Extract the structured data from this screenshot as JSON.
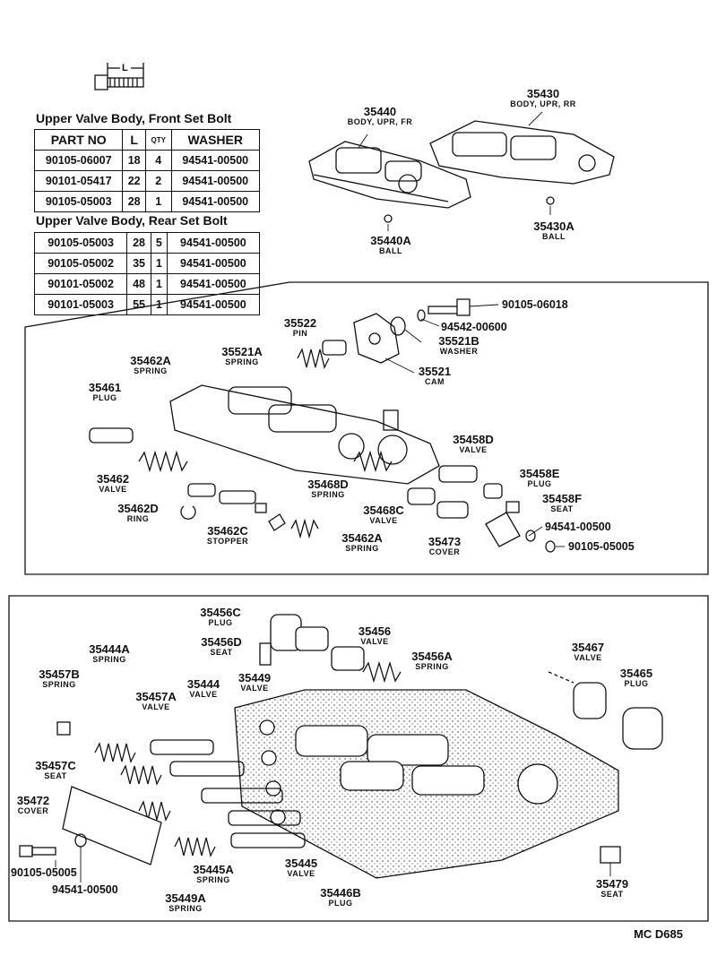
{
  "front_table": {
    "title": "Upper Valve Body, Front Set Bolt",
    "headers": [
      "PART NO",
      "L",
      "QTY",
      "WASHER"
    ],
    "rows": [
      [
        "90105-06007",
        "18",
        "4",
        "94541-00500"
      ],
      [
        "90101-05417",
        "22",
        "2",
        "94541-00500"
      ],
      [
        "90105-05003",
        "28",
        "1",
        "94541-00500"
      ]
    ]
  },
  "rear_table": {
    "title": "Upper Valve Body, Rear Set Bolt",
    "rows": [
      [
        "90105-05003",
        "28",
        "5",
        "94541-00500"
      ],
      [
        "90105-05002",
        "35",
        "1",
        "94541-00500"
      ],
      [
        "90101-05002",
        "48",
        "1",
        "94541-00500"
      ],
      [
        "90101-05003",
        "55",
        "1",
        "94541-00500"
      ]
    ]
  },
  "bolt_dimension_label": "L",
  "parts": {
    "p35440": {
      "number": "35440",
      "name": "BODY, UPR, FR"
    },
    "p35430": {
      "number": "35430",
      "name": "BODY, UPR, RR"
    },
    "p35440a": {
      "number": "35440A",
      "name": "BALL"
    },
    "p35430a": {
      "number": "35430A",
      "name": "BALL"
    },
    "p35522": {
      "number": "35522",
      "name": "PIN"
    },
    "p35521a": {
      "number": "35521A",
      "name": "SPRING"
    },
    "p35521b": {
      "number": "35521B",
      "name": "WASHER"
    },
    "p35521": {
      "number": "35521",
      "name": "CAM"
    },
    "p35462a_top": {
      "number": "35462A",
      "name": "SPRING"
    },
    "p35461": {
      "number": "35461",
      "name": "PLUG"
    },
    "p35458d": {
      "number": "35458D",
      "name": "VALVE"
    },
    "p35458e": {
      "number": "35458E",
      "name": "PLUG"
    },
    "p35458f": {
      "number": "35458F",
      "name": "SEAT"
    },
    "p35468d": {
      "number": "35468D",
      "name": "SPRING"
    },
    "p35462": {
      "number": "35462",
      "name": "VALVE"
    },
    "p35468c": {
      "number": "35468C",
      "name": "VALVE"
    },
    "p35462d": {
      "number": "35462D",
      "name": "RING"
    },
    "p35462c": {
      "number": "35462C",
      "name": "STOPPER"
    },
    "p35462a_bot": {
      "number": "35462A",
      "name": "SPRING"
    },
    "p35473": {
      "number": "35473",
      "name": "COVER"
    },
    "p35456c": {
      "number": "35456C",
      "name": "PLUG"
    },
    "p35456": {
      "number": "35456",
      "name": "VALVE"
    },
    "p35456d": {
      "number": "35456D",
      "name": "SEAT"
    },
    "p35456a": {
      "number": "35456A",
      "name": "SPRING"
    },
    "p35444a": {
      "number": "35444A",
      "name": "SPRING"
    },
    "p35467": {
      "number": "35467",
      "name": "VALVE"
    },
    "p35465": {
      "number": "35465",
      "name": "PLUG"
    },
    "p35457b": {
      "number": "35457B",
      "name": "SPRING"
    },
    "p35449": {
      "number": "35449",
      "name": "VALVE"
    },
    "p35444": {
      "number": "35444",
      "name": "VALVE"
    },
    "p35457a": {
      "number": "35457A",
      "name": "VALVE"
    },
    "p35457c": {
      "number": "35457C",
      "name": "SEAT"
    },
    "p35472": {
      "number": "35472",
      "name": "COVER"
    },
    "p35445a": {
      "number": "35445A",
      "name": "SPRING"
    },
    "p35445": {
      "number": "35445",
      "name": "VALVE"
    },
    "p35446b": {
      "number": "35446B",
      "name": "PLUG"
    },
    "p35449a": {
      "number": "35449A",
      "name": "SPRING"
    },
    "p35479": {
      "number": "35479",
      "name": "SEAT"
    }
  },
  "callouts": {
    "bolt_top": "90105-06018",
    "washer_top": "94542-00600",
    "washer_mid": "94541-00500",
    "bolt_mid": "90105-05005",
    "bolt_bottom": "90105-05005",
    "washer_bottom": "94541-00500"
  },
  "figure_code": "MC D685"
}
